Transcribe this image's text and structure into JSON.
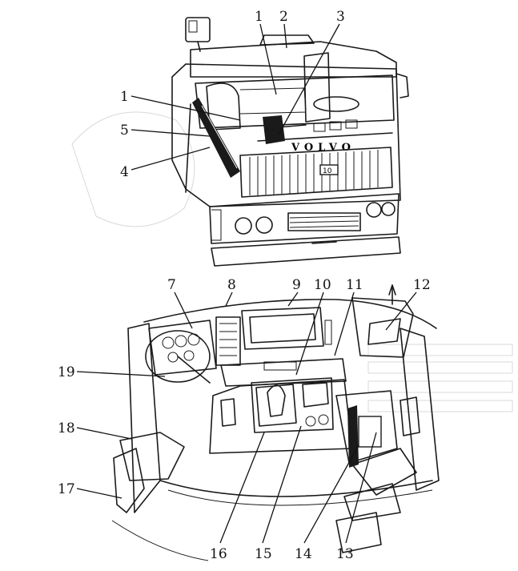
{
  "callouts": [
    {
      "id": "1a",
      "label": "1"
    },
    {
      "id": "2",
      "label": "2"
    },
    {
      "id": "3",
      "label": "3"
    },
    {
      "id": "1b",
      "label": "1"
    },
    {
      "id": "5",
      "label": "5"
    },
    {
      "id": "4",
      "label": "4"
    },
    {
      "id": "7",
      "label": "7"
    },
    {
      "id": "8",
      "label": "8"
    },
    {
      "id": "9",
      "label": "9"
    },
    {
      "id": "10",
      "label": "10"
    },
    {
      "id": "11",
      "label": "11"
    },
    {
      "id": "12",
      "label": "12"
    },
    {
      "id": "19",
      "label": "19"
    },
    {
      "id": "18",
      "label": "18"
    },
    {
      "id": "17",
      "label": "17"
    },
    {
      "id": "16",
      "label": "16"
    },
    {
      "id": "15",
      "label": "15"
    },
    {
      "id": "14",
      "label": "14"
    },
    {
      "id": "13",
      "label": "13"
    }
  ],
  "grille_badge": "10",
  "brand_letters": "VOLVO"
}
